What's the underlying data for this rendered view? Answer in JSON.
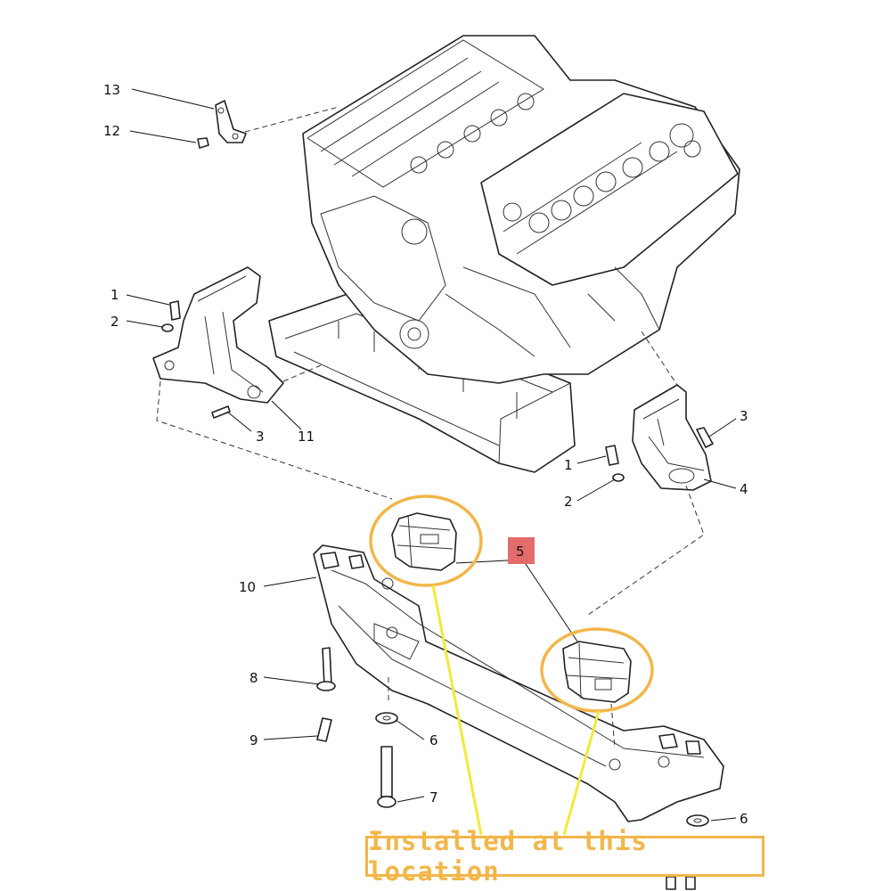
{
  "colors": {
    "highlight": "#F2B64A",
    "pointer": "#F2E93A",
    "marker": "#E36B6B",
    "line": "#222222"
  },
  "callouts": {
    "c13": "13",
    "c12": "12",
    "c1_left": "1",
    "c2_left": "2",
    "c3_left": "3",
    "c11": "11",
    "c3_right": "3",
    "c1_right": "1",
    "c2_right": "2",
    "c4": "4",
    "c5": "5",
    "c10": "10",
    "c8": "8",
    "c9": "9",
    "c6_left": "6",
    "c7": "7",
    "c6_right": "6"
  },
  "banner": {
    "text": "Installed at this location"
  }
}
